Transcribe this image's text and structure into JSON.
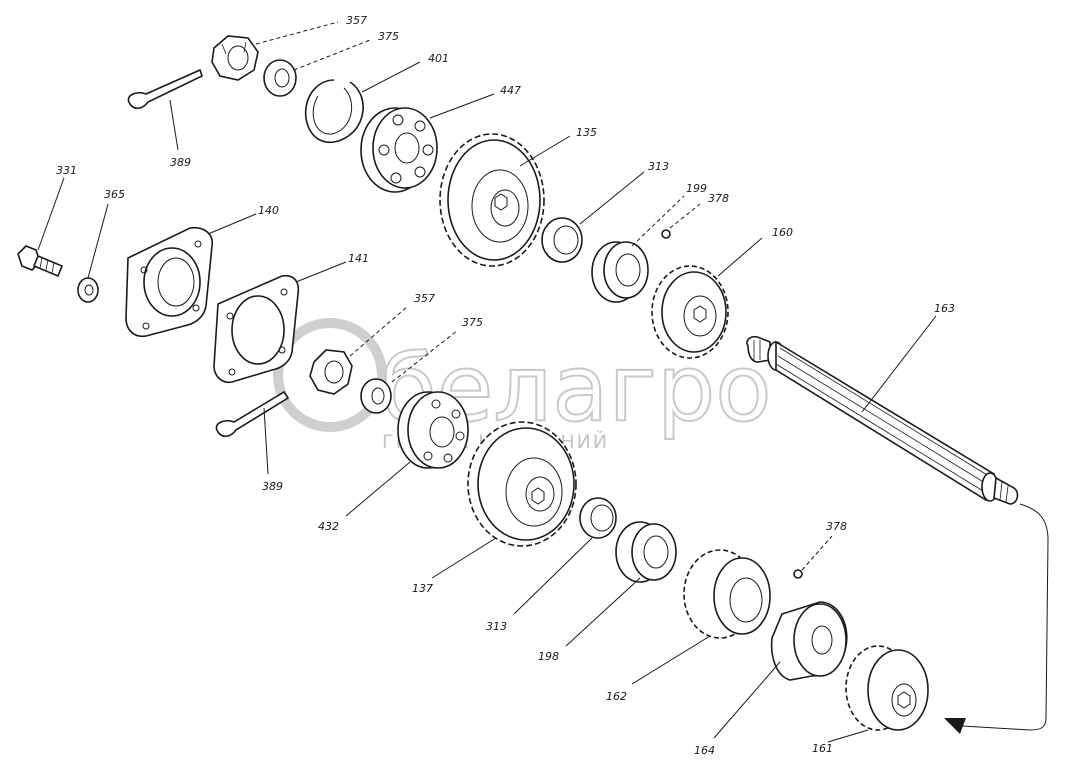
{
  "watermark": {
    "brand": "белагро",
    "tagline": "ГРУППА КОМПАНИЙ"
  },
  "callouts": [
    {
      "id": "357a",
      "text": "357"
    },
    {
      "id": "375a",
      "text": "375"
    },
    {
      "id": "401",
      "text": "401"
    },
    {
      "id": "447",
      "text": "447"
    },
    {
      "id": "135",
      "text": "135"
    },
    {
      "id": "389a",
      "text": "389"
    },
    {
      "id": "331",
      "text": "331"
    },
    {
      "id": "365",
      "text": "365"
    },
    {
      "id": "140",
      "text": "140"
    },
    {
      "id": "141",
      "text": "141"
    },
    {
      "id": "313a",
      "text": "313"
    },
    {
      "id": "199",
      "text": "199"
    },
    {
      "id": "378a",
      "text": "378"
    },
    {
      "id": "160",
      "text": "160"
    },
    {
      "id": "163",
      "text": "163"
    },
    {
      "id": "357b",
      "text": "357"
    },
    {
      "id": "375b",
      "text": "375"
    },
    {
      "id": "389b",
      "text": "389"
    },
    {
      "id": "432",
      "text": "432"
    },
    {
      "id": "137",
      "text": "137"
    },
    {
      "id": "313b",
      "text": "313"
    },
    {
      "id": "198",
      "text": "198"
    },
    {
      "id": "162",
      "text": "162"
    },
    {
      "id": "164",
      "text": "164"
    },
    {
      "id": "161",
      "text": "161"
    },
    {
      "id": "378b",
      "text": "378"
    }
  ]
}
